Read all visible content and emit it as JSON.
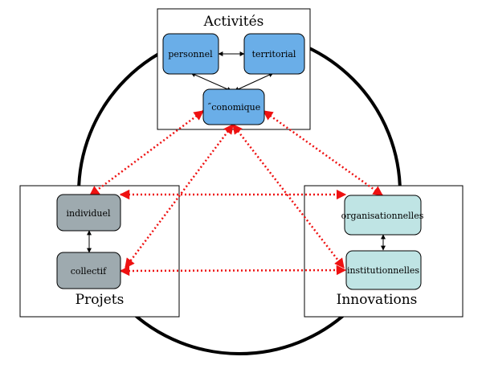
{
  "diagram": {
    "panels": {
      "activites": {
        "title": "Activités"
      },
      "projets": {
        "title": "Projets"
      },
      "innovations": {
        "title": "Innovations"
      }
    },
    "nodes": {
      "personnel": {
        "label": "personnel"
      },
      "territorial": {
        "label": "territorial"
      },
      "economique": {
        "label": "˝conomique"
      },
      "individuel": {
        "label": "individuel"
      },
      "collectif": {
        "label": "collectif"
      },
      "organisationnelles": {
        "label": "organisationnelles"
      },
      "institutionnelles": {
        "label": "institutionnelles"
      }
    },
    "colors": {
      "activites_node": "#6aaee8",
      "projets_node": "#9eaaaf",
      "innovations_node": "#bfe4e4",
      "dotted_link": "#ee1111",
      "outline": "#000000"
    }
  }
}
